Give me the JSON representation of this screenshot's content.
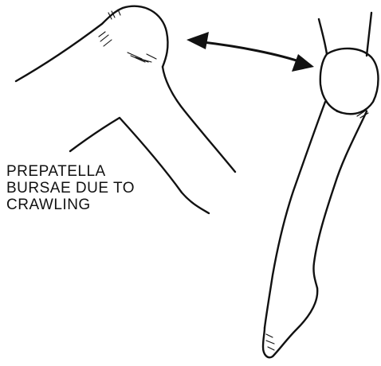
{
  "caption": {
    "line1": "PREPATELLA",
    "line2": "BURSAE DUE TO",
    "line3": "CRAWLING"
  },
  "figures": {
    "left": "bent-knee-with-swollen-bursa",
    "right": "straight-leg-with-swollen-knee",
    "connector": "double-headed-arrow"
  },
  "colors": {
    "ink": "#111111",
    "background": "#ffffff"
  }
}
